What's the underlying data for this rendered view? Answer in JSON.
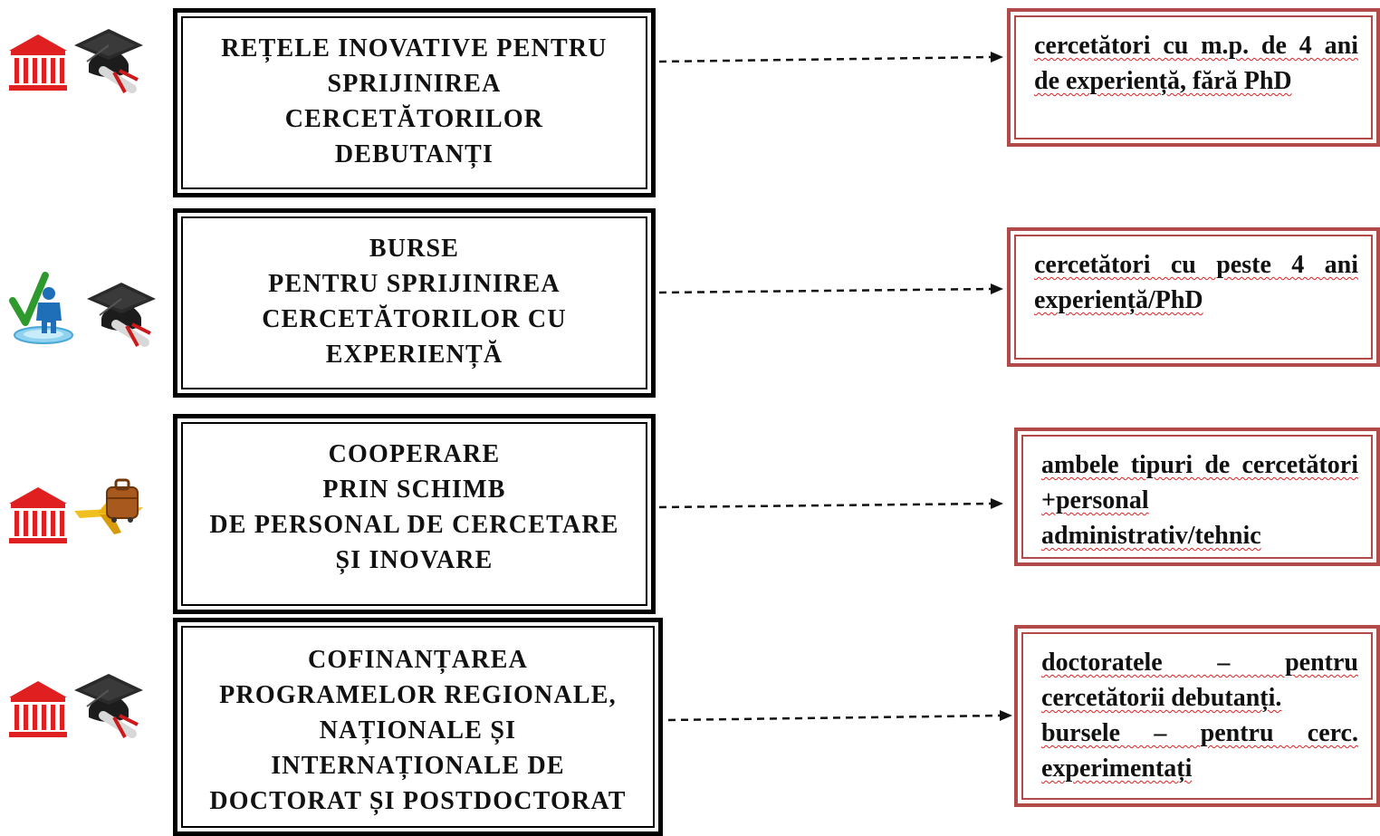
{
  "rows": [
    {
      "icons": [
        "institution-icon",
        "graduation-cap-icon"
      ],
      "program": [
        "REȚELE INOVATIVE  PENTRU",
        "SPRIJINIREA",
        "CERCETĂTORILOR",
        "DEBUTANȚI"
      ],
      "description": [
        "cercetători cu m.p. de 4 ani",
        "de experiență, fără PhD"
      ]
    },
    {
      "icons": [
        "person-checkmark-icon",
        "graduation-cap-icon"
      ],
      "program": [
        "BURSE",
        "PENTRU SPRIJINIREA",
        "CERCETĂTORILOR  CU",
        "EXPERIENȚĂ"
      ],
      "description": [
        "cercetători  cu  peste  4  ani",
        "experiență/PhD"
      ]
    },
    {
      "icons": [
        "institution-icon",
        "travel-suitcase-icon"
      ],
      "program": [
        "COOPERARE",
        "PRIN SCHIMB",
        "DE PERSONAL DE CERCETARE",
        "ȘI INOVARE"
      ],
      "description": [
        "ambele tipuri de cercetători",
        "+personal",
        "administrativ/tehnic"
      ]
    },
    {
      "icons": [
        "institution-icon",
        "graduation-cap-icon"
      ],
      "program": [
        "COFINANȚAREA",
        "PROGRAMELOR  REGIONALE,",
        "NAȚIONALE  ȘI",
        "INTERNAȚIONALE  DE",
        "DOCTORAT  ȘI POSTDOCTORAT"
      ],
      "description": [
        "doctoratele      –      pentru",
        "cercetătorii  debutanți.",
        "bursele    –    pentru    cerc.",
        "experimentați"
      ]
    }
  ],
  "colors": {
    "box_border": "#000000",
    "desc_border": "#b14a48",
    "institution": "#e02020",
    "spell_underline": "#dd2222"
  }
}
